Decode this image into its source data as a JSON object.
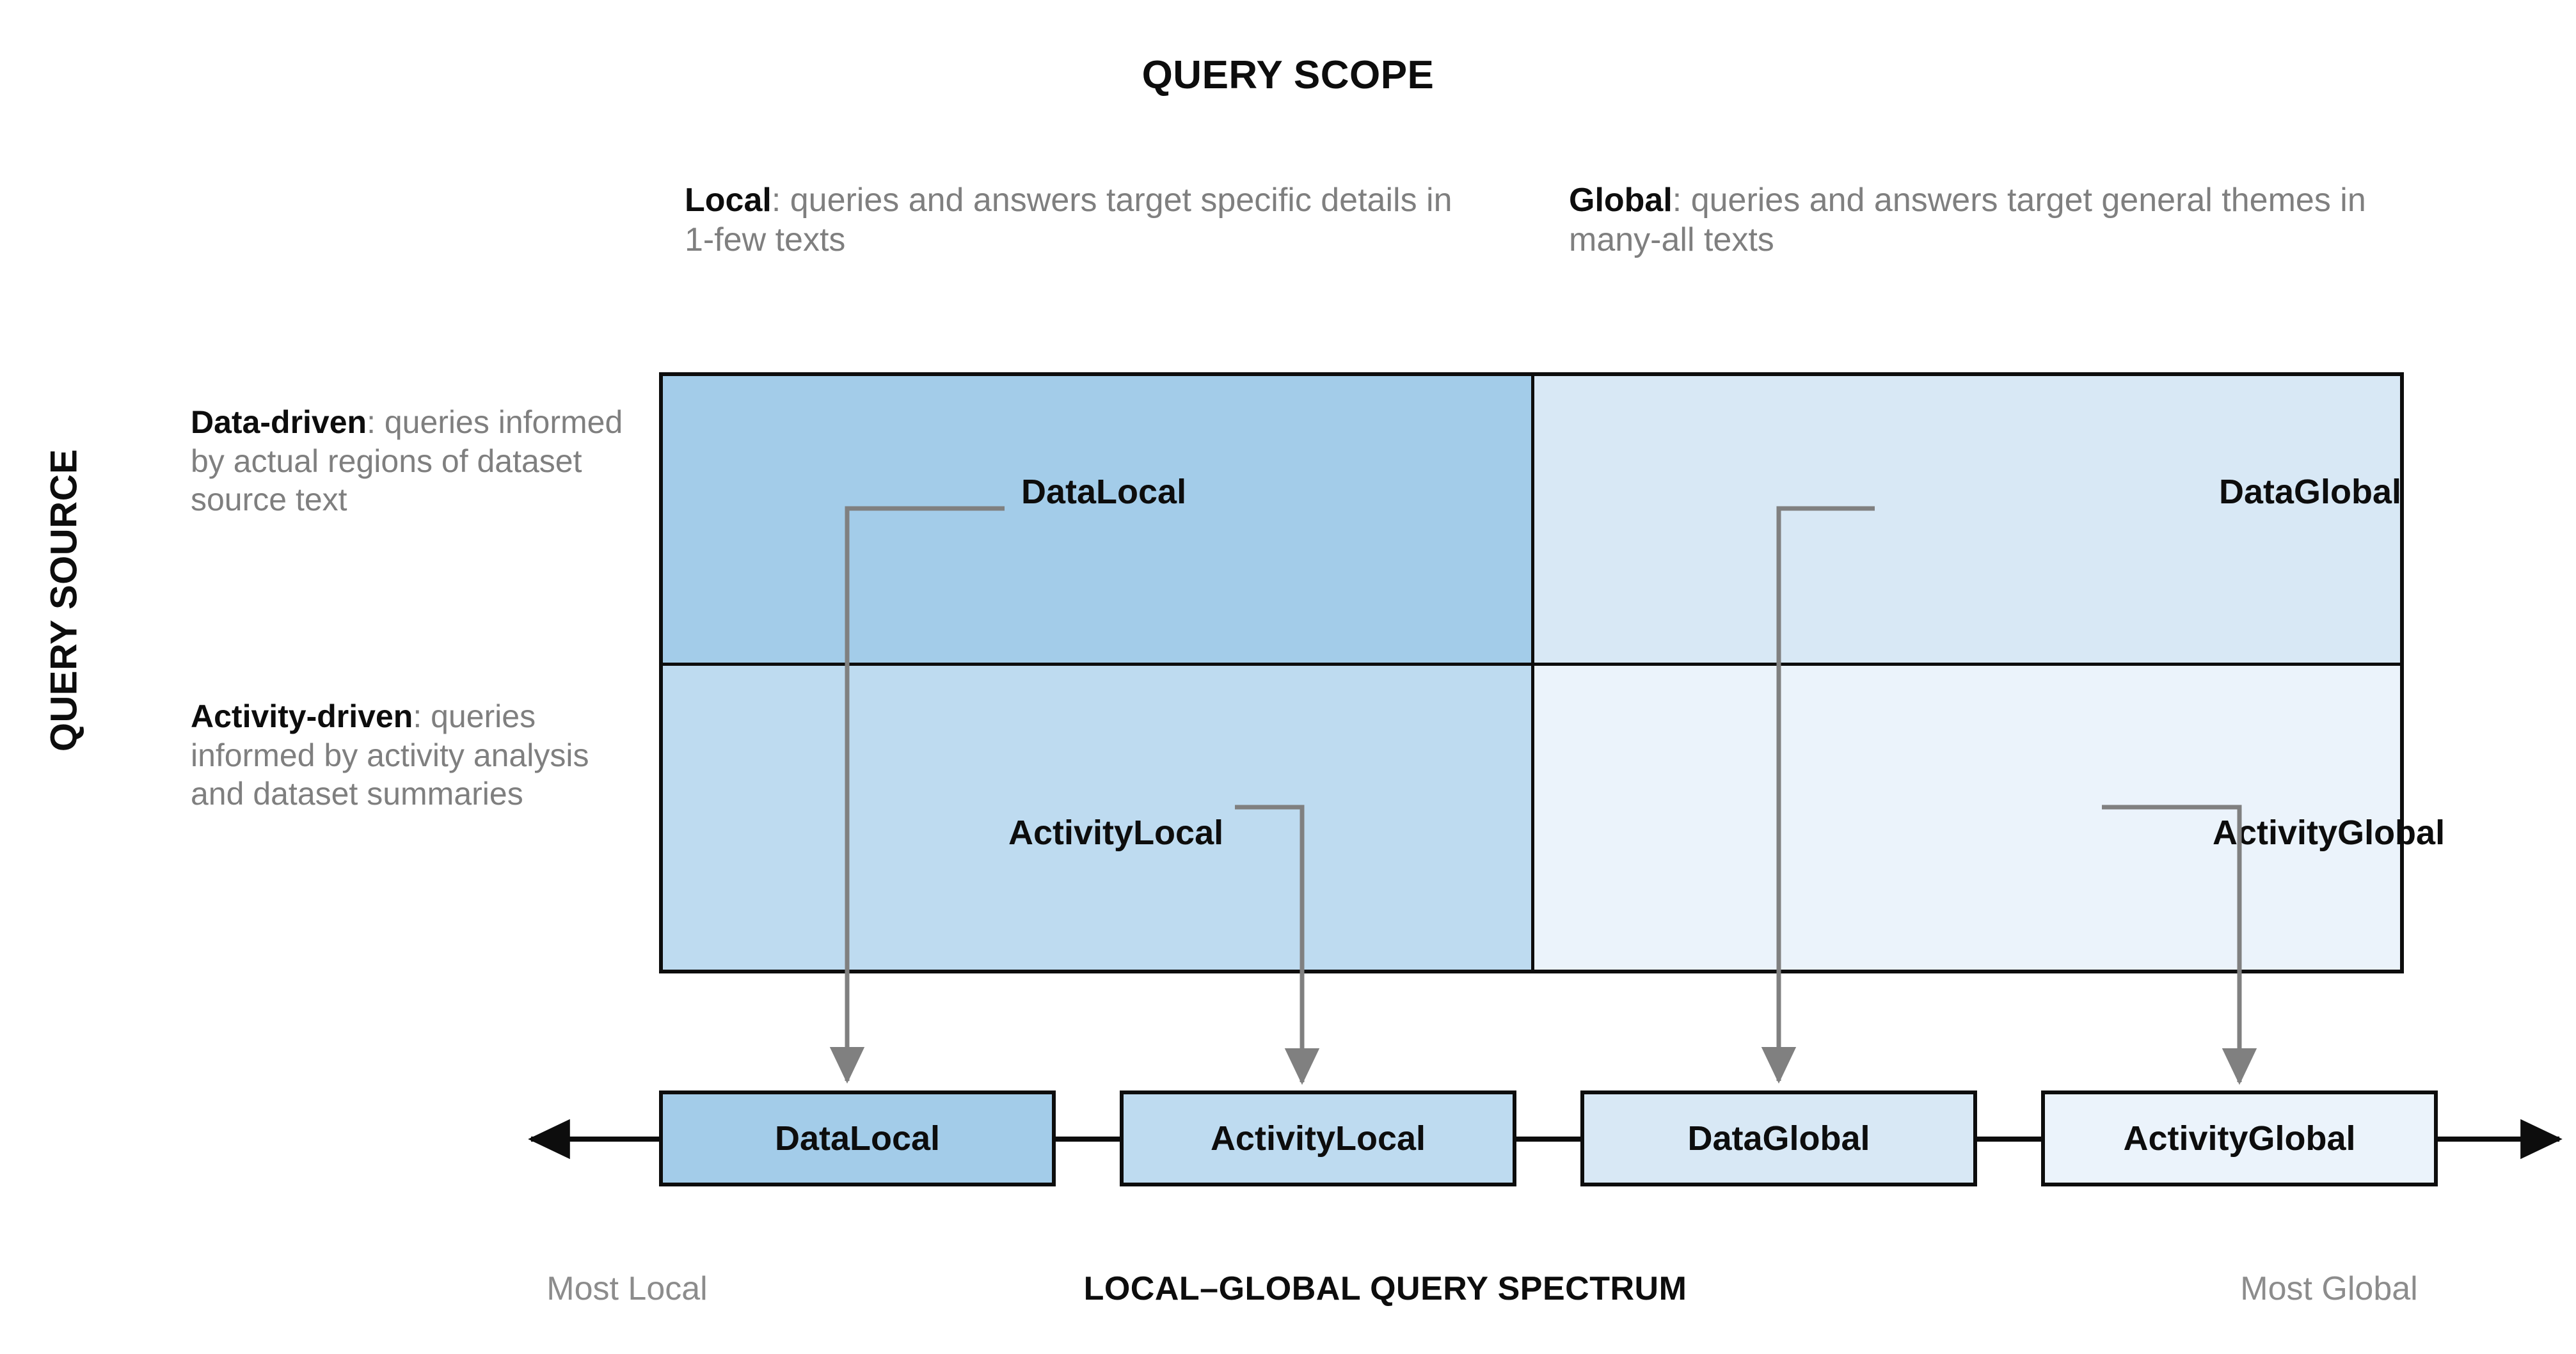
{
  "title": "QUERY SCOPE",
  "axis_y_title": "QUERY SOURCE",
  "columns": [
    {
      "key": "local",
      "name": "Local",
      "desc": ": queries and answers target specific details in 1-few texts"
    },
    {
      "key": "global",
      "name": "Global",
      "desc": ": queries and answers target general themes in many-all texts"
    }
  ],
  "rows": [
    {
      "key": "data",
      "name": "Data-driven",
      "desc": ": queries informed by actual regions of dataset source text"
    },
    {
      "key": "activity",
      "name": "Activity-driven",
      "desc": ": queries informed by activity analysis and dataset summaries"
    }
  ],
  "matrix": {
    "cells": [
      {
        "key": "datalocal",
        "label": "DataLocal",
        "row": "data",
        "col": "local",
        "color": "#a3cce9"
      },
      {
        "key": "dataglobal",
        "label": "DataGlobal",
        "row": "data",
        "col": "global",
        "color": "#d8e8f5"
      },
      {
        "key": "activitylocal",
        "label": "ActivityLocal",
        "row": "activity",
        "col": "local",
        "color": "#bedbf0"
      },
      {
        "key": "activityglobal",
        "label": "ActivityGlobal",
        "row": "activity",
        "col": "global",
        "color": "#ebf3fb"
      }
    ]
  },
  "spectrum": {
    "caption": "LOCAL–GLOBAL QUERY SPECTRUM",
    "left_end_label": "Most Local",
    "right_end_label": "Most Global",
    "boxes": [
      {
        "key": "datalocal",
        "label": "DataLocal",
        "color": "#a3cce9"
      },
      {
        "key": "activitylocal",
        "label": "ActivityLocal",
        "color": "#bedbf0"
      },
      {
        "key": "dataglobal",
        "label": "DataGlobal",
        "color": "#d8e8f5"
      },
      {
        "key": "activityglobal",
        "label": "ActivityGlobal",
        "color": "#ebf3fb"
      }
    ]
  },
  "colors": {
    "ink": "#0d0d0d",
    "muted": "#7f7f7f",
    "connector": "#808080"
  },
  "chart_data": {
    "type": "table",
    "title": "QUERY SCOPE",
    "xlabel": "QUERY SCOPE",
    "ylabel": "QUERY SOURCE",
    "categories": [
      "Local",
      "Global"
    ],
    "series": [
      {
        "name": "Data-driven",
        "values": [
          "DataLocal",
          "DataGlobal"
        ]
      },
      {
        "name": "Activity-driven",
        "values": [
          "ActivityLocal",
          "ActivityGlobal"
        ]
      }
    ],
    "annotations": [
      "Most Local",
      "LOCAL–GLOBAL QUERY SPECTRUM",
      "Most Global"
    ],
    "spectrum_order": [
      "DataLocal",
      "ActivityLocal",
      "DataGlobal",
      "ActivityGlobal"
    ],
    "legend": "none",
    "grid": false
  }
}
